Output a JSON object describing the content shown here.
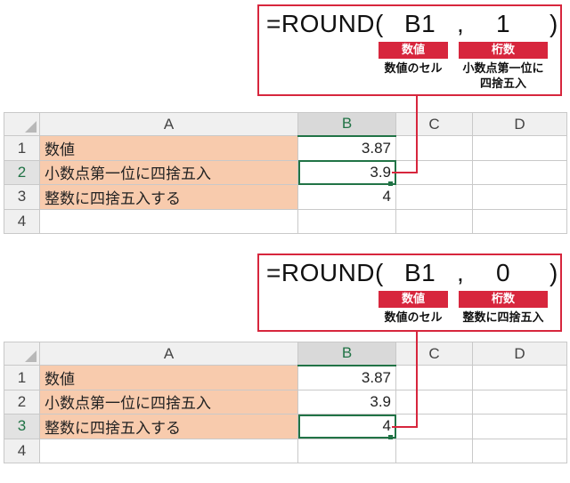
{
  "panels": [
    {
      "formula": {
        "fn": "=ROUND(",
        "arg1": "B1",
        "comma": ",",
        "arg2": "1",
        "close": ")"
      },
      "tags": {
        "arg1": "数値",
        "arg2": "桁数"
      },
      "desc": {
        "arg1": "数値のセル",
        "arg2_line1": "小数点第一位に",
        "arg2_line2": "四捨五入"
      },
      "sheet": {
        "columns": [
          "A",
          "B",
          "C",
          "D"
        ],
        "rows": [
          {
            "num": "1",
            "a": "数値",
            "b": "3.87"
          },
          {
            "num": "2",
            "a": "小数点第一位に四捨五入",
            "b": "3.9"
          },
          {
            "num": "3",
            "a": "整数に四捨五入する",
            "b": "4"
          },
          {
            "num": "4",
            "a": "",
            "b": ""
          }
        ]
      }
    },
    {
      "formula": {
        "fn": "=ROUND(",
        "arg1": "B1",
        "comma": ",",
        "arg2": "0",
        "close": ")"
      },
      "tags": {
        "arg1": "数値",
        "arg2": "桁数"
      },
      "desc": {
        "arg1": "数値のセル",
        "arg2_line1": "整数に四捨五入",
        "arg2_line2": ""
      },
      "sheet": {
        "columns": [
          "A",
          "B",
          "C",
          "D"
        ],
        "rows": [
          {
            "num": "1",
            "a": "数値",
            "b": "3.87"
          },
          {
            "num": "2",
            "a": "小数点第一位に四捨五入",
            "b": "3.9"
          },
          {
            "num": "3",
            "a": "整数に四捨五入する",
            "b": "4"
          },
          {
            "num": "4",
            "a": "",
            "b": ""
          }
        ]
      }
    }
  ]
}
